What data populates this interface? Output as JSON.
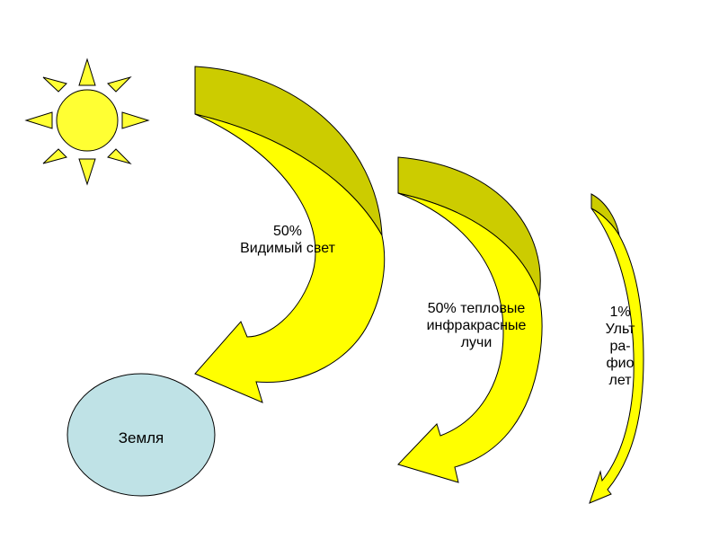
{
  "diagram": {
    "arrows": [
      {
        "id": "visible",
        "percent_line": "50%",
        "text_line": "Видимый свет"
      },
      {
        "id": "infrared",
        "lines": [
          "50% тепловые",
          "инфракрасные",
          "лучи"
        ]
      },
      {
        "id": "ultraviolet",
        "lines": [
          "1%",
          "Ульт",
          "ра-",
          "фио",
          "лет"
        ]
      }
    ],
    "earth": {
      "label": "Земля"
    }
  },
  "colors": {
    "sun": "#ffff33",
    "arrow_top": "#cccc00",
    "arrow_bottom": "#ffff00",
    "earth": "#bfe2e6",
    "outline": "#000000"
  },
  "icons": [
    "sun-icon"
  ]
}
